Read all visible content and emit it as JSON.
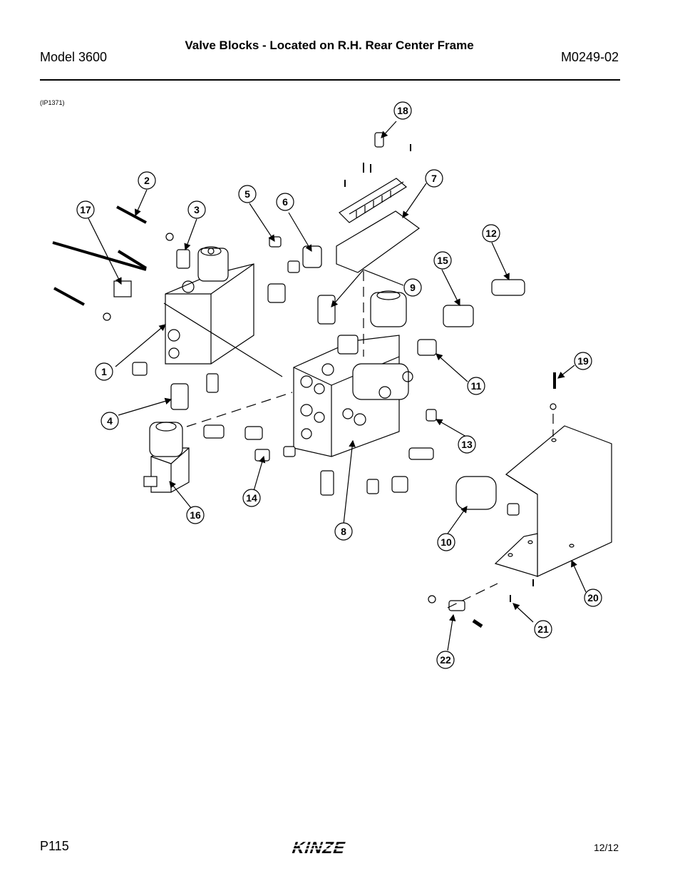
{
  "header": {
    "title": "Valve Blocks - Located on R.H. Rear Center Frame",
    "model": "Model 3600",
    "doc_code": "M0249-02"
  },
  "figure": {
    "id": "(IP1371)",
    "callouts": [
      "1",
      "2",
      "3",
      "4",
      "5",
      "6",
      "7",
      "8",
      "9",
      "10",
      "11",
      "12",
      "13",
      "14",
      "15",
      "16",
      "17",
      "18",
      "19",
      "20",
      "21",
      "22"
    ]
  },
  "footer": {
    "page": "P115",
    "date": "12/12",
    "brand": "KINZE"
  }
}
